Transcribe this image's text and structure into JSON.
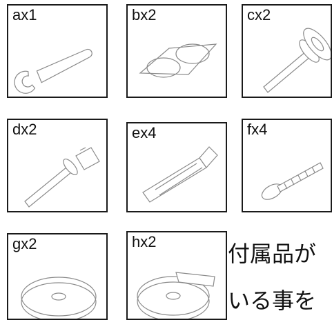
{
  "parts": [
    {
      "label": "ax1",
      "icon": "wrench-icon"
    },
    {
      "label": "bx2",
      "icon": "adhesive-pads-icon"
    },
    {
      "label": "cx2",
      "icon": "bolt-washer-icon"
    },
    {
      "label": "dx2",
      "icon": "bolt-bracket-icon"
    },
    {
      "label": "ex4",
      "icon": "wall-anchor-icon"
    },
    {
      "label": "fx4",
      "icon": "screw-icon"
    },
    {
      "label": "gx2",
      "icon": "round-base-icon"
    },
    {
      "label": "hx2",
      "icon": "base-with-clip-icon"
    }
  ],
  "note": {
    "line1": "付属品が",
    "line2": "いる事を"
  }
}
